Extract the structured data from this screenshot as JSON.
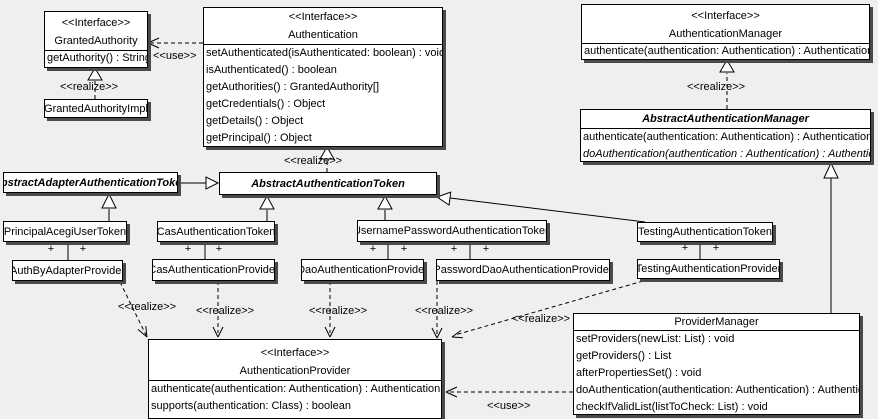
{
  "diagram": {
    "background_color": "#efefef",
    "box_fill": "#ffffff",
    "line_color": "#000000",
    "shadow_color": "#4a4a4a"
  },
  "labels": {
    "use": "<<use>>",
    "realize": "<<realize>>",
    "plus": "+"
  },
  "classes": {
    "granted_authority": {
      "stereotype": "<<Interface>>",
      "name": "GrantedAuthority",
      "methods": [
        "getAuthority() : String"
      ]
    },
    "granted_authority_impl": {
      "name": "GrantedAuthorityImpl"
    },
    "authentication": {
      "stereotype": "<<Interface>>",
      "name": "Authentication",
      "methods": [
        "setAuthenticated(isAuthenticated: boolean) : void",
        "isAuthenticated() : boolean",
        "getAuthorities() : GrantedAuthority[]",
        "getCredentials() : Object",
        "getDetails() : Object",
        "getPrincipal() : Object"
      ]
    },
    "authentication_manager": {
      "stereotype": "<<Interface>>",
      "name": "AuthenticationManager",
      "methods": [
        "authenticate(authentication: Authentication) : Authentication"
      ]
    },
    "abstract_authentication_manager": {
      "name": "AbstractAuthenticationManager",
      "methods": [
        "authenticate(authentication: Authentication) : Authentication",
        "doAuthentication(authentication : Authentication) : Authentication"
      ]
    },
    "abstract_adapter_authentication_token": {
      "name": "AbstractAdapterAuthenticationToken"
    },
    "abstract_authentication_token": {
      "name": "AbstractAuthenticationToken"
    },
    "principal_acegi_user_token": {
      "name": "PrincipalAcegiUserToken"
    },
    "cas_authentication_token": {
      "name": "CasAuthenticationToken"
    },
    "username_password_authentication_token": {
      "name": "UsernamePasswordAuthenticationToken"
    },
    "testing_authentication_token": {
      "name": "TestingAuthenticationToken"
    },
    "auth_by_adapter_provider": {
      "name": "AuthByAdapterProvider"
    },
    "cas_authentication_provider": {
      "name": "CasAuthenticationProvider"
    },
    "dao_authentication_provider": {
      "name": "DaoAuthenticationProvider"
    },
    "password_dao_authentication_provider": {
      "name": "PasswordDaoAuthenticationProvider"
    },
    "testing_authentication_provider": {
      "name": "TestingAuthenticationProvider"
    },
    "authentication_provider": {
      "stereotype": "<<Interface>>",
      "name": "AuthenticationProvider",
      "methods": [
        "authenticate(authentication: Authentication) : Authentication",
        "supports(authentication: Class) : boolean"
      ]
    },
    "provider_manager": {
      "name": "ProviderManager",
      "methods": [
        "setProviders(newList: List) : void",
        "getProviders() : List",
        "afterPropertiesSet() : void",
        "doAuthentication(authentication: Authentication) : Authentication",
        "checkIfValidList(listToCheck: List) : void"
      ]
    }
  },
  "edges": [
    {
      "from": "Authentication",
      "to": "GrantedAuthority",
      "type": "use",
      "label": "<<use>>"
    },
    {
      "from": "GrantedAuthorityImpl",
      "to": "GrantedAuthority",
      "type": "realize",
      "label": "<<realize>>"
    },
    {
      "from": "AbstractAuthenticationToken",
      "to": "Authentication",
      "type": "realize",
      "label": "<<realize>>"
    },
    {
      "from": "AbstractAuthenticationManager",
      "to": "AuthenticationManager",
      "type": "realize",
      "label": "<<realize>>"
    },
    {
      "from": "AbstractAdapterAuthenticationToken",
      "to": "AbstractAuthenticationToken",
      "type": "generalization",
      "label": ""
    },
    {
      "from": "PrincipalAcegiUserToken",
      "to": "AbstractAdapterAuthenticationToken",
      "type": "generalization",
      "label": ""
    },
    {
      "from": "CasAuthenticationToken",
      "to": "AbstractAuthenticationToken",
      "type": "generalization",
      "label": ""
    },
    {
      "from": "UsernamePasswordAuthenticationToken",
      "to": "AbstractAuthenticationToken",
      "type": "generalization",
      "label": ""
    },
    {
      "from": "TestingAuthenticationToken",
      "to": "AbstractAuthenticationToken",
      "type": "generalization",
      "label": ""
    },
    {
      "from": "ProviderManager",
      "to": "AbstractAuthenticationManager",
      "type": "generalization",
      "label": ""
    },
    {
      "from": "PrincipalAcegiUserToken",
      "to": "AuthByAdapterProvider",
      "type": "association",
      "label": "+ +"
    },
    {
      "from": "CasAuthenticationToken",
      "to": "CasAuthenticationProvider",
      "type": "association",
      "label": "+ +"
    },
    {
      "from": "UsernamePasswordAuthenticationToken",
      "to": "DaoAuthenticationProvider",
      "type": "association",
      "label": "+ +"
    },
    {
      "from": "UsernamePasswordAuthenticationToken",
      "to": "PasswordDaoAuthenticationProvider",
      "type": "association",
      "label": "+ +"
    },
    {
      "from": "TestingAuthenticationToken",
      "to": "TestingAuthenticationProvider",
      "type": "association",
      "label": "+ +"
    },
    {
      "from": "AuthByAdapterProvider",
      "to": "AuthenticationProvider",
      "type": "realize",
      "label": "<<realize>>"
    },
    {
      "from": "CasAuthenticationProvider",
      "to": "AuthenticationProvider",
      "type": "realize",
      "label": "<<realize>>"
    },
    {
      "from": "DaoAuthenticationProvider",
      "to": "AuthenticationProvider",
      "type": "realize",
      "label": "<<realize>>"
    },
    {
      "from": "PasswordDaoAuthenticationProvider",
      "to": "AuthenticationProvider",
      "type": "realize",
      "label": "<<realize>>"
    },
    {
      "from": "TestingAuthenticationProvider",
      "to": "AuthenticationProvider",
      "type": "realize",
      "label": "<<realize>>"
    },
    {
      "from": "ProviderManager",
      "to": "AuthenticationProvider",
      "type": "use",
      "label": "<<use>>"
    }
  ]
}
